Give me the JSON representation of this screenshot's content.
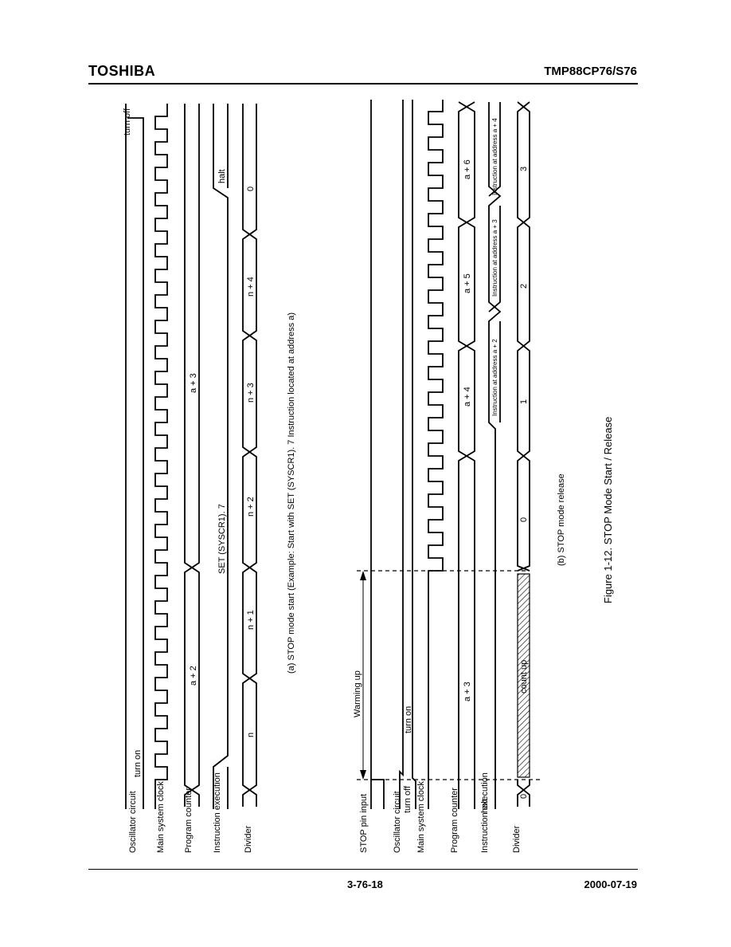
{
  "header": {
    "brand": "TOSHIBA",
    "part_number": "TMP88CP76/S76"
  },
  "footer": {
    "page_number": "3-76-18",
    "date": "2000-07-19"
  },
  "figure": {
    "caption": "Figure 1-12.  STOP Mode Start / Release",
    "part_a": {
      "caption": "(a)   STOP mode start (Example:   Start with SET (SYSCR1). 7 Instruction located at address a)",
      "signal_labels": [
        "Oscillator circuit",
        "Main system clock",
        "Program counter",
        "Instruction execution",
        "Divider"
      ],
      "oscillator": {
        "on": "turn on",
        "off": "turn off"
      },
      "program_counter": [
        "a + 2",
        "a + 3"
      ],
      "instruction": [
        "SET (SYSCR1). 7",
        "halt"
      ],
      "divider": [
        "n",
        "n + 1",
        "n + 2",
        "n + 3",
        "n + 4",
        "0"
      ]
    },
    "part_b": {
      "caption": "(b)   STOP mode release",
      "signal_labels": [
        "STOP pin input",
        "Oscillator circuit",
        "Main system clock",
        "Program counter",
        "Instruction execution",
        "Divider"
      ],
      "instruction_halt": "halt",
      "warming_up": "Warming up",
      "oscillator": {
        "off": "turn off",
        "on": "turn on"
      },
      "program_counter": [
        "a + 3",
        "a + 4",
        "a + 5",
        "a + 6"
      ],
      "instruction": [
        "Instruction at address a + 2",
        "Instruction at address a + 3",
        "Instruction at address a + 4"
      ],
      "divider": [
        "0",
        "count up",
        "0",
        "1",
        "2",
        "3"
      ]
    }
  }
}
